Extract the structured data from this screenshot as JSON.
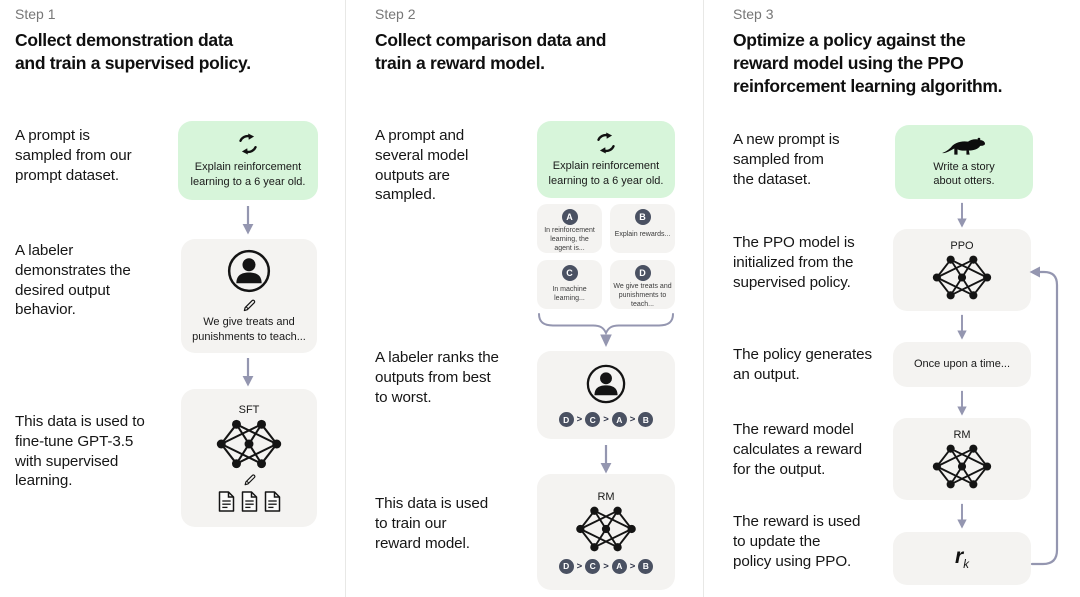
{
  "colors": {
    "background": "#ffffff",
    "green_prompt_box": "#d7f5da",
    "gray_box": "#f4f3f1",
    "rank_badge": "#4a5162",
    "arrow": "#9496b0",
    "divider": "#e8e8e6",
    "step_label_text": "#767676",
    "body_text": "#141414"
  },
  "icons": {
    "sample_icon": "cycle-arrows",
    "labeler_icon": "person-in-circle",
    "pencil_icon": "pencil",
    "documents_icon": "three-documents",
    "network_icon": "neural-network",
    "otter_icon": "otter-silhouette",
    "down_arrow_icon": "down-arrow",
    "gather_icon": "brace-merge-arrow",
    "loop_icon": "feedback-loop-arrow"
  },
  "ranking_separator": ">",
  "steps": [
    {
      "label": "Step 1",
      "title": "Collect demonstration data\nand train a supervised policy.",
      "captions": [
        "A prompt is\nsampled from our\nprompt dataset.",
        "A labeler\ndemonstrates the\ndesired output\nbehavior.",
        "This data is used to\nfine-tune GPT-3.5\nwith supervised\nlearning."
      ],
      "prompt_box": "Explain reinforcement\nlearning to a 6 year old.",
      "labeler_box": "We give treats and\npunishments to teach...",
      "model_label": "SFT"
    },
    {
      "label": "Step 2",
      "title": "Collect comparison data and\ntrain a reward model.",
      "captions": [
        "A prompt and\nseveral model\noutputs are\nsampled.",
        "A labeler ranks the\noutputs from best\nto worst.",
        "This data is used\nto train our\nreward model."
      ],
      "prompt_box": "Explain reinforcement\nlearning to a 6 year old.",
      "cards": [
        {
          "badge": "A",
          "text": "In reinforcement\nlearning, the\nagent is..."
        },
        {
          "badge": "B",
          "text": "Explain rewards..."
        },
        {
          "badge": "C",
          "text": "In machine\nlearning..."
        },
        {
          "badge": "D",
          "text": "We give treats and\npunishments to\nteach..."
        }
      ],
      "ranking": [
        "D",
        "C",
        "A",
        "B"
      ],
      "model_label": "RM"
    },
    {
      "label": "Step 3",
      "title": "Optimize a policy against the\nreward model using the PPO\nreinforcement learning algorithm.",
      "captions": [
        "A new prompt is\nsampled from\nthe dataset.",
        "The PPO model is\ninitialized from the\nsupervised policy.",
        "The policy generates\nan output.",
        "The reward model\ncalculates a reward\nfor the output.",
        "The reward is used\nto update the\npolicy using PPO."
      ],
      "prompt_box": "Write a story\nabout otters.",
      "ppo_label": "PPO",
      "output_box": "Once upon a time...",
      "rm_label": "RM",
      "reward_symbol": {
        "base": "r",
        "subscript": "k"
      }
    }
  ]
}
